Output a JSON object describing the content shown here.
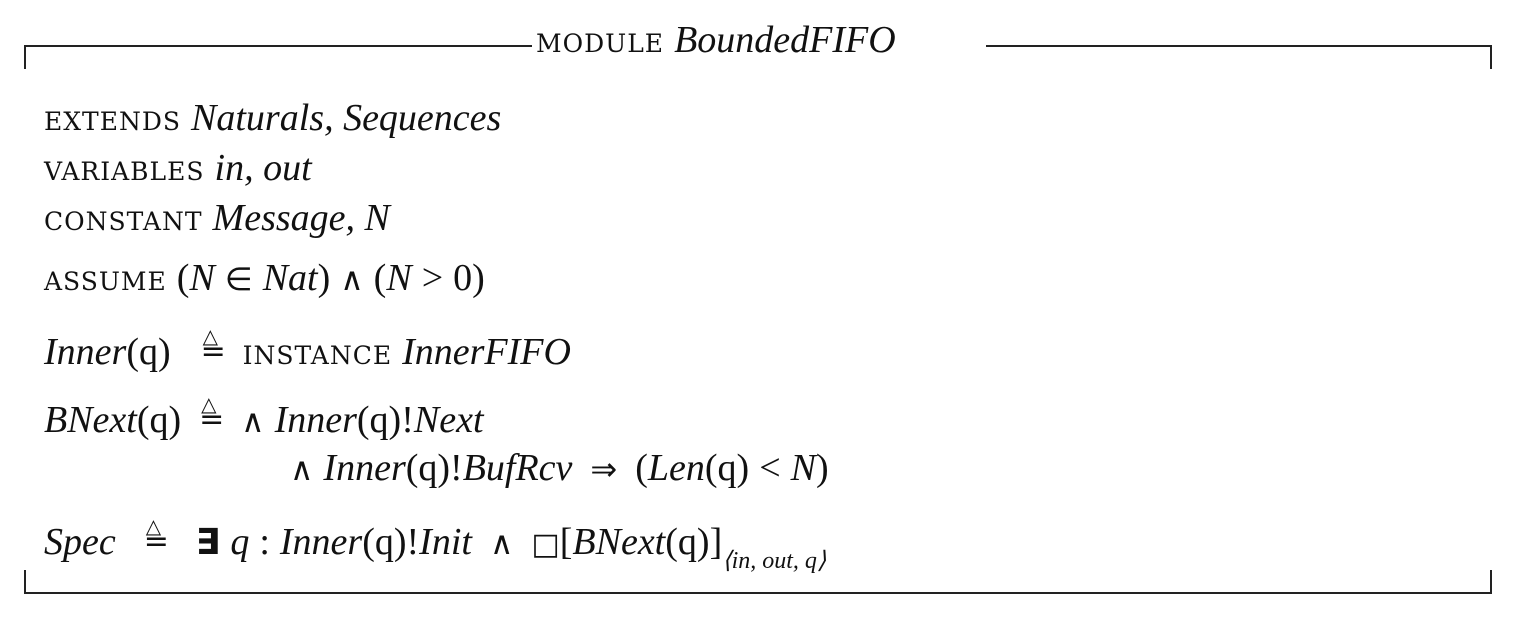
{
  "module": {
    "keyword": "module",
    "name": "BoundedFIFO"
  },
  "extends": {
    "keyword": "extends",
    "modules": "Naturals, Sequences"
  },
  "variables": {
    "keyword": "variables",
    "names": "in, out"
  },
  "constant": {
    "keyword": "constant",
    "names": "Message, N"
  },
  "assume": {
    "keyword": "assume",
    "lp1": "(",
    "n1": "N",
    "elem": "∈",
    "nat": "Nat",
    "rp1": ")",
    "and": "∧",
    "lp2": "(",
    "n2": "N",
    "gt": ">",
    "zero": "0",
    "rp2": ")"
  },
  "inner": {
    "lhs": "Inner",
    "param": "(q)",
    "keyword": "instance",
    "target": "InnerFIFO"
  },
  "bnext": {
    "lhs": "BNext",
    "param": "(q)",
    "conj1_op": "∧",
    "conj1_name": "Inner",
    "conj1_arg": "(q)",
    "conj1_bang": "!",
    "conj1_action": "Next",
    "conj2_op": "∧",
    "conj2_name": "Inner",
    "conj2_arg": "(q)",
    "conj2_bang": "!",
    "conj2_action": "BufRcv",
    "implies": "⇒",
    "lp": "(",
    "len": "Len",
    "len_arg": "(q)",
    "lt": "<",
    "n": "N",
    "rp": ")"
  },
  "spec": {
    "lhs": "Spec",
    "exists": "∃",
    "var": "q",
    "colon": ":",
    "inner": "Inner",
    "inner_arg": "(q)",
    "bang": "!",
    "init": "Init",
    "and": "∧",
    "box": "□",
    "lbr": "[",
    "next": "BNext",
    "next_arg": "(q)",
    "rbr": "]",
    "subscript": "⟨in, out, q⟩"
  },
  "defeq_triangle": "△",
  "defeq_equals": "="
}
